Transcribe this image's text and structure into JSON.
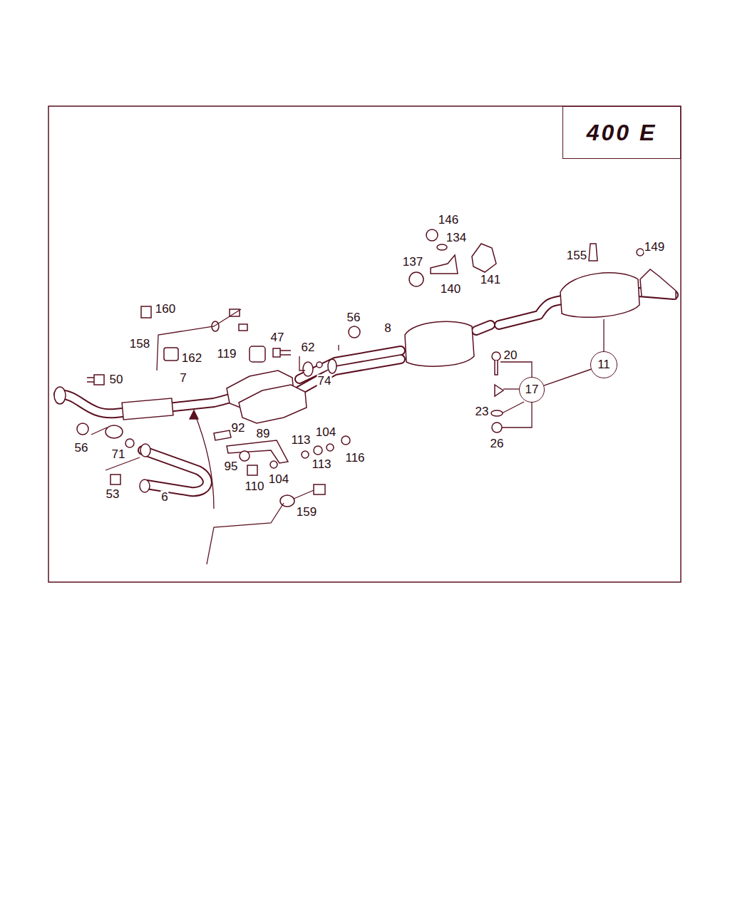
{
  "diagram": {
    "nodes": [
      {
        "text": [
          "400 E"
        ]
      },
      {
        "text": [
          "17"
        ]
      },
      {
        "text": [
          "11"
        ]
      }
    ],
    "edges": [
      {
        "from": 1,
        "to": 2,
        "arrow": "none"
      }
    ],
    "labels": [
      "146",
      "134",
      "137",
      "140",
      "141",
      "155",
      "149",
      "160",
      "158",
      "162",
      "119",
      "47",
      "62",
      "56",
      "8",
      "7",
      "50",
      "74",
      "20",
      "23",
      "26",
      "56",
      "71",
      "92",
      "89",
      "113",
      "104",
      "113",
      "116",
      "95",
      "110",
      "104",
      "53",
      "6",
      "159"
    ]
  }
}
